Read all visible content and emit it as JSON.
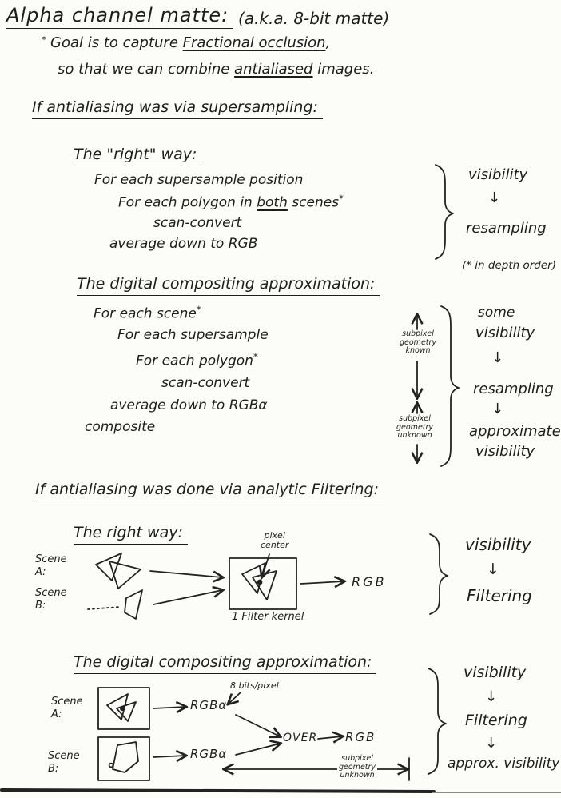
{
  "header": {
    "title": "Alpha channel matte:",
    "aka": "(a.k.a. 8-bit matte)",
    "bullet": "°",
    "goal_a": "Goal is to capture ",
    "goal_b": "Fractional occlusion",
    "goal_c": ",",
    "goal2_a": "so that we can combine ",
    "goal2_b": "antialiased",
    "goal2_c": " images."
  },
  "supersampling": {
    "heading": "If antialiasing was via supersampling:",
    "right_way": {
      "heading": "The \"right\" way:",
      "line1": "For each supersample position",
      "line2_a": "For each polygon in ",
      "line2_b": "both",
      "line2_c": " scenes",
      "line2_star": "*",
      "line3": "scan-convert",
      "line4": "average down to RGB",
      "brace": [
        "visibility",
        "↓",
        "resampling"
      ],
      "footnote": "(* in depth order)"
    },
    "approx": {
      "heading": "The digital compositing approximation:",
      "line1": "For each scene",
      "line1_star": "*",
      "line2": "For each supersample",
      "line3": "For each polygon",
      "line3_star": "*",
      "line4": "scan-convert",
      "line5": "average down to RGBα",
      "line6": "composite",
      "known_note": "subpixel\ngeometry\nknown",
      "unknown_note": "subpixel\ngeometry\nunknown",
      "brace": [
        "some",
        "visibility",
        "↓",
        "resampling",
        "↓",
        "approximate",
        "visibility"
      ]
    }
  },
  "filtering": {
    "heading": "If antialiasing was done via analytic Filtering:",
    "right_way": {
      "heading": "The right way:",
      "scene_a": "Scene\nA:",
      "scene_b": "Scene\nB:",
      "pixel_center": "pixel\ncenter",
      "kernel": "1 Filter kernel",
      "rgb": "RGB",
      "brace": [
        "visibility",
        "↓",
        "Filtering"
      ]
    },
    "approx": {
      "heading": "The digital compositing approximation:",
      "scene_a": "Scene\nA:",
      "scene_b": "Scene\nB:",
      "rgba_a": "RGBα",
      "bits": "8 bits/pixel",
      "rgba_b": "RGBα",
      "over": "OVER",
      "rgb": "RGB",
      "unknown_note": "subpixel\ngeometry\nunknown",
      "brace": [
        "visibility",
        "↓",
        "Filtering",
        "↓",
        "approx. visibility"
      ]
    }
  }
}
